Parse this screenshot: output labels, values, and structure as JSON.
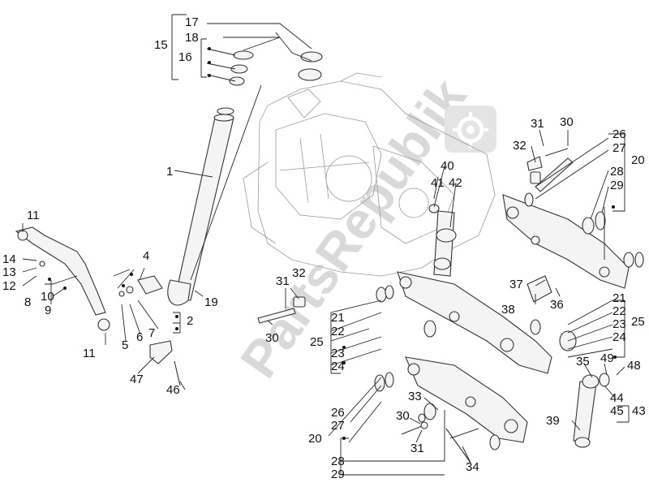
{
  "diagram": {
    "watermark": "PartsRepublik",
    "labels": [
      "17",
      "18",
      "15",
      "16",
      "1",
      "11",
      "14",
      "13",
      "12",
      "10",
      "8",
      "9",
      "4",
      "5",
      "6",
      "7",
      "2",
      "19",
      "11",
      "47",
      "46",
      "31",
      "32",
      "30",
      "21",
      "22",
      "25",
      "23",
      "24",
      "40",
      "41",
      "42",
      "31",
      "30",
      "32",
      "26",
      "27",
      "20",
      "28",
      "29",
      "37",
      "38",
      "36",
      "21",
      "22",
      "25",
      "23",
      "24",
      "35",
      "49",
      "48",
      "44",
      "45",
      "43",
      "33",
      "30",
      "31",
      "26",
      "27",
      "20",
      "28",
      "29",
      "34",
      "39"
    ]
  }
}
